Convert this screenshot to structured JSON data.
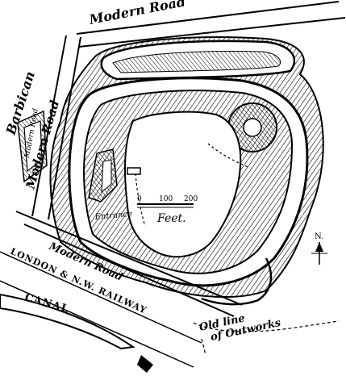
{
  "labels": {
    "modern_road_top": "Modern Road",
    "barbican": "Barbican",
    "modern_road_left": "Modern Road",
    "modern_road_in_barbican": "Modern Road",
    "entrance": "Entrance",
    "modern_road_bottom": "Modern Road",
    "railway": "LONDON & N.W. RAILWAY",
    "old_line": "Old line",
    "of_outworks": "of Outworks",
    "canal": "CANAL",
    "north": "N."
  },
  "scale_bar": {
    "ticks": [
      "0",
      "100",
      "200"
    ],
    "unit": "Feet."
  },
  "colors": {
    "ink": "#000000",
    "paper": "#ffffff"
  }
}
